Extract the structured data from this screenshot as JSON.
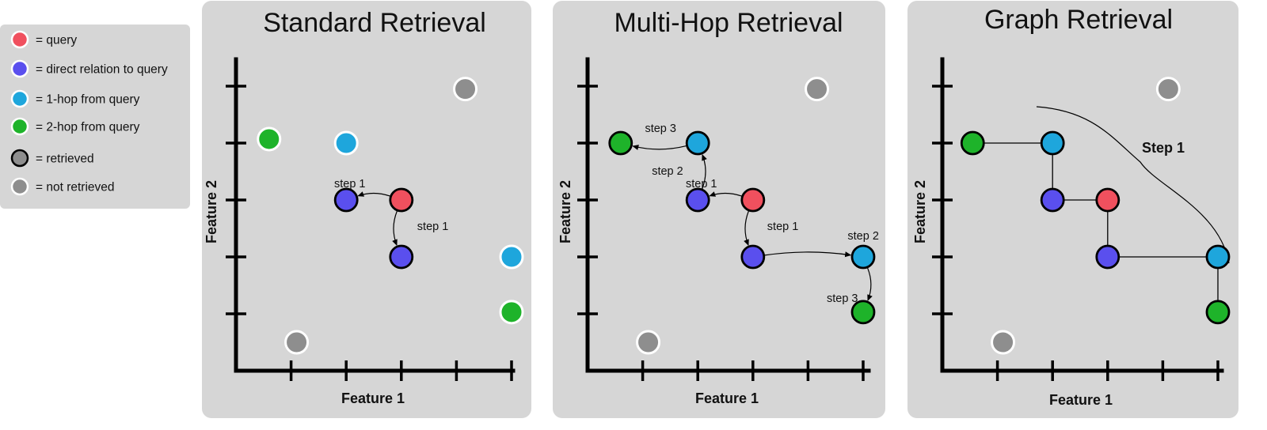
{
  "colors": {
    "query": "#f0505e",
    "direct": "#5a4fee",
    "hop1": "#1ea6dc",
    "hop2": "#1eb32a",
    "not_retrieved": "#8e8e8e",
    "panel_bg": "#d6d6d6"
  },
  "legend": {
    "items": [
      {
        "label": "= query",
        "fill": "query",
        "ring": "white"
      },
      {
        "label": "= direct relation to query",
        "fill": "direct",
        "ring": "white"
      },
      {
        "label": "= 1-hop from query",
        "fill": "hop1",
        "ring": "white"
      },
      {
        "label": "= 2-hop from query",
        "fill": "hop2",
        "ring": "white"
      },
      {
        "label": "= retrieved",
        "fill": "not_retrieved",
        "ring": "black"
      },
      {
        "label": "= not retrieved",
        "fill": "not_retrieved",
        "ring": "white"
      }
    ]
  },
  "panels": [
    {
      "id": "standard",
      "title": "Standard Retrieval",
      "xlabel": "Feature 1",
      "ylabel": "Feature 2",
      "nodes": [
        {
          "id": "q",
          "type": "query",
          "x": 3,
          "y": 3,
          "retrieved": true
        },
        {
          "id": "d1",
          "type": "direct",
          "x": 2,
          "y": 3,
          "retrieved": true
        },
        {
          "id": "d2",
          "type": "direct",
          "x": 3,
          "y": 2,
          "retrieved": true
        },
        {
          "id": "h1a",
          "type": "hop1",
          "x": 2,
          "y": 4,
          "retrieved": false
        },
        {
          "id": "h1b",
          "type": "hop1",
          "x": 5,
          "y": 2,
          "retrieved": false
        },
        {
          "id": "h2a",
          "type": "hop2",
          "x": 0.6,
          "y": 4.07,
          "retrieved": false
        },
        {
          "id": "h2b",
          "type": "hop2",
          "x": 5,
          "y": 1.03,
          "retrieved": false
        },
        {
          "id": "n1",
          "type": "not_retrieved",
          "x": 4.16,
          "y": 4.95,
          "retrieved": false
        },
        {
          "id": "n2",
          "type": "not_retrieved",
          "x": 1.1,
          "y": 0.5,
          "retrieved": false
        }
      ],
      "arrows": [
        {
          "from": "q",
          "to": "d1",
          "label": "step 1"
        },
        {
          "from": "q",
          "to": "d2",
          "label": "step 1"
        }
      ],
      "edges": []
    },
    {
      "id": "multihop",
      "title": "Multi-Hop Retrieval",
      "xlabel": "Feature 1",
      "ylabel": "Feature 2",
      "nodes": [
        {
          "id": "q",
          "type": "query",
          "x": 3,
          "y": 3,
          "retrieved": true
        },
        {
          "id": "d1",
          "type": "direct",
          "x": 2,
          "y": 3,
          "retrieved": true
        },
        {
          "id": "d2",
          "type": "direct",
          "x": 3,
          "y": 2,
          "retrieved": true
        },
        {
          "id": "h1a",
          "type": "hop1",
          "x": 2,
          "y": 4,
          "retrieved": true
        },
        {
          "id": "h1b",
          "type": "hop1",
          "x": 5,
          "y": 2,
          "retrieved": true
        },
        {
          "id": "h2a",
          "type": "hop2",
          "x": 0.6,
          "y": 4,
          "retrieved": true
        },
        {
          "id": "h2b",
          "type": "hop2",
          "x": 5,
          "y": 1.03,
          "retrieved": true
        },
        {
          "id": "n1",
          "type": "not_retrieved",
          "x": 4.16,
          "y": 4.95,
          "retrieved": false
        },
        {
          "id": "n2",
          "type": "not_retrieved",
          "x": 1.1,
          "y": 0.5,
          "retrieved": false
        }
      ],
      "arrows": [
        {
          "from": "q",
          "to": "d1",
          "label": "step 1"
        },
        {
          "from": "q",
          "to": "d2",
          "label": "step 1"
        },
        {
          "from": "d1",
          "to": "h1a",
          "label": "step 2"
        },
        {
          "from": "d2",
          "to": "h1b",
          "label": "step 2"
        },
        {
          "from": "h1a",
          "to": "h2a",
          "label": "step 3"
        },
        {
          "from": "h1b",
          "to": "h2b",
          "label": "step 3"
        }
      ],
      "edges": []
    },
    {
      "id": "graph",
      "title": "Graph Retrieval",
      "xlabel": "Feature 1",
      "ylabel": "Feature 2",
      "step_label": "Step 1",
      "nodes": [
        {
          "id": "q",
          "type": "query",
          "x": 3,
          "y": 3,
          "retrieved": true
        },
        {
          "id": "d1",
          "type": "direct",
          "x": 2,
          "y": 3,
          "retrieved": true
        },
        {
          "id": "d2",
          "type": "direct",
          "x": 3,
          "y": 2,
          "retrieved": true
        },
        {
          "id": "h1a",
          "type": "hop1",
          "x": 2,
          "y": 4,
          "retrieved": true
        },
        {
          "id": "h1b",
          "type": "hop1",
          "x": 5,
          "y": 2,
          "retrieved": true
        },
        {
          "id": "h2a",
          "type": "hop2",
          "x": 0.55,
          "y": 4,
          "retrieved": true
        },
        {
          "id": "h2b",
          "type": "hop2",
          "x": 5,
          "y": 1.03,
          "retrieved": true
        },
        {
          "id": "n1",
          "type": "not_retrieved",
          "x": 4.1,
          "y": 4.95,
          "retrieved": false
        },
        {
          "id": "n2",
          "type": "not_retrieved",
          "x": 1.1,
          "y": 0.5,
          "retrieved": false
        }
      ],
      "arrows": [],
      "edges": [
        [
          "h2a",
          "h1a"
        ],
        [
          "h1a",
          "d1"
        ],
        [
          "d1",
          "q"
        ],
        [
          "q",
          "d2"
        ],
        [
          "d2",
          "h1b"
        ],
        [
          "h1b",
          "h2b"
        ]
      ]
    }
  ]
}
